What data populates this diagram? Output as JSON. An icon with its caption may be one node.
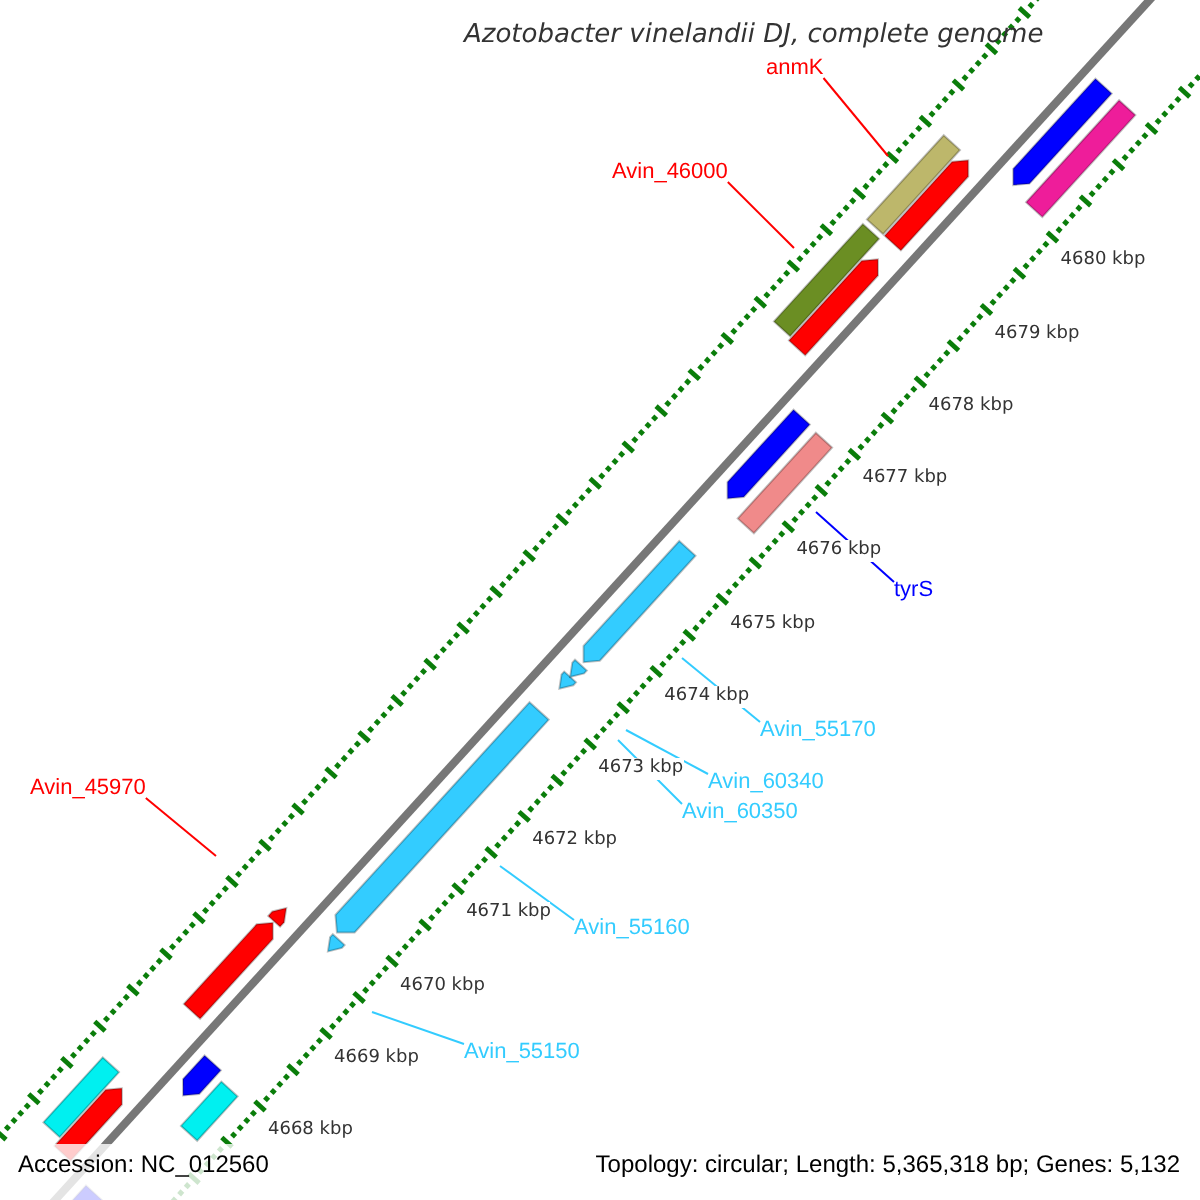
{
  "diagram": {
    "title": "Azotobacter vinelandii DJ, complete genome",
    "nodes": [
      {
        "text": [
          "anmK"
        ]
      },
      {
        "text": [
          "Avin_46000"
        ]
      },
      {
        "text": [
          "tyrS"
        ]
      },
      {
        "text": [
          "Avin_55170"
        ]
      },
      {
        "text": [
          "Avin_60340"
        ]
      },
      {
        "text": [
          "Avin_60350"
        ]
      },
      {
        "text": [
          "Avin_55160"
        ]
      },
      {
        "text": [
          "Avin_45970"
        ]
      },
      {
        "text": [
          "Avin_55150"
        ]
      }
    ],
    "edges": [
      {
        "from": 0,
        "to": null,
        "arrow": "none",
        "color": "#ff0000"
      },
      {
        "from": 1,
        "to": null,
        "arrow": "none",
        "color": "#ff0000"
      },
      {
        "from": 2,
        "to": null,
        "arrow": "none",
        "color": "#0000ff"
      },
      {
        "from": 3,
        "to": null,
        "arrow": "none"
      },
      {
        "from": 4,
        "to": null,
        "arrow": "none"
      },
      {
        "from": 5,
        "to": null,
        "arrow": "none"
      },
      {
        "from": 6,
        "to": null,
        "arrow": "none"
      },
      {
        "from": 7,
        "to": null,
        "arrow": "none",
        "color": "#ff0000"
      },
      {
        "from": 8,
        "to": null,
        "arrow": "none"
      }
    ],
    "labels": [
      "4680 kbp",
      "4679 kbp",
      "4678 kbp",
      "4677 kbp",
      "4676 kbp",
      "4675 kbp",
      "4674 kbp",
      "4673 kbp",
      "4672 kbp",
      "4671 kbp",
      "4670 kbp",
      "4669 kbp",
      "4668 kbp",
      "Accession: NC_012560",
      "Topology: circular; Length: 5,365,318 bp; Genes: 5,132"
    ]
  }
}
